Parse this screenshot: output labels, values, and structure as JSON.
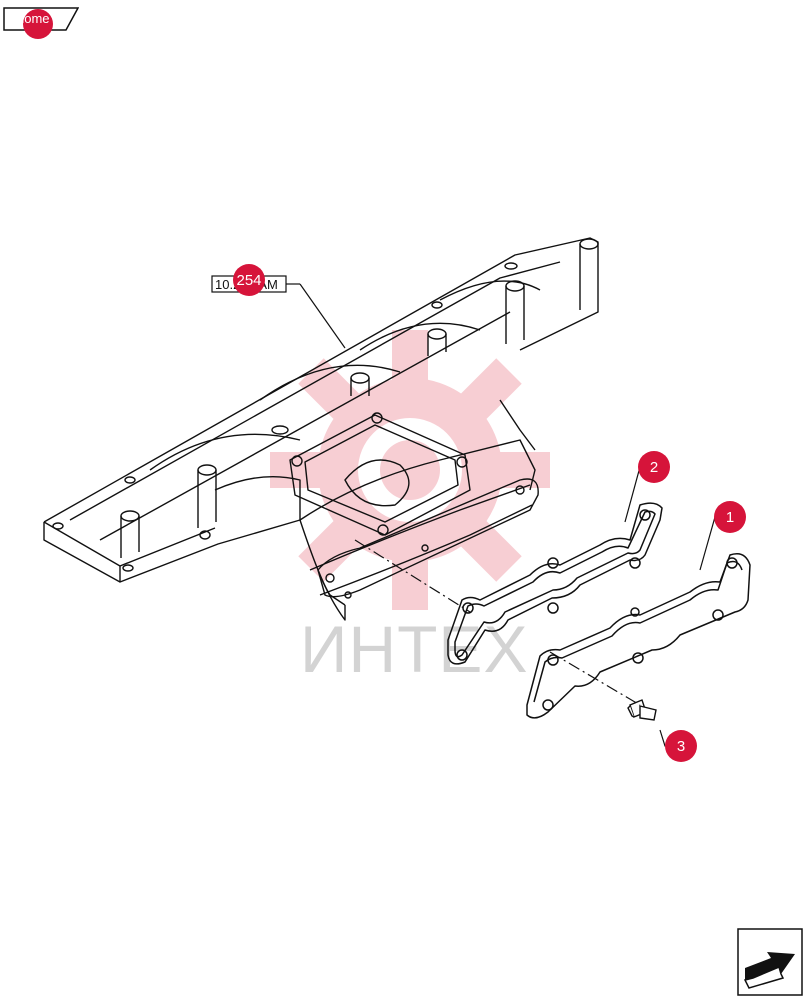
{
  "nav": {
    "home_label": "home"
  },
  "ref_link": {
    "label": "10.254.AM",
    "marker_label": "254"
  },
  "callouts": [
    {
      "label": "1"
    },
    {
      "label": "2"
    },
    {
      "label": "3"
    }
  ],
  "watermark": {
    "text": "ИНТЕХ"
  },
  "icons": {
    "home": "home-icon",
    "next": "next-page-arrow-icon"
  },
  "colors": {
    "callout": "#d6143a",
    "watermark": "#f7c9cf",
    "lines": "#111111"
  }
}
